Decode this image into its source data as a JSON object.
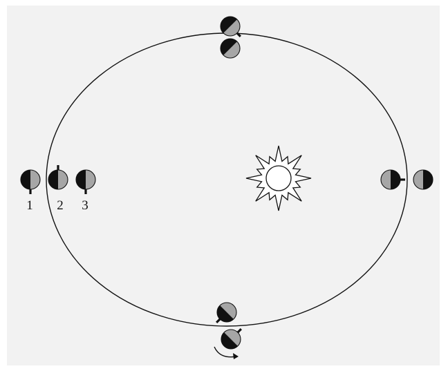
{
  "colors": {
    "panel_background": "#f2f2f2",
    "orbit_stroke": "#111111",
    "dark_half": "#111111",
    "light_half": "#a6a6a6",
    "sun_fill": "#ffffff",
    "sun_stroke": "#111111"
  },
  "labels": {
    "pos1": "1",
    "pos2": "2",
    "pos3": "3"
  },
  "icons": {
    "sun": "sun-icon",
    "rotation": "curved-arrow-icon"
  }
}
